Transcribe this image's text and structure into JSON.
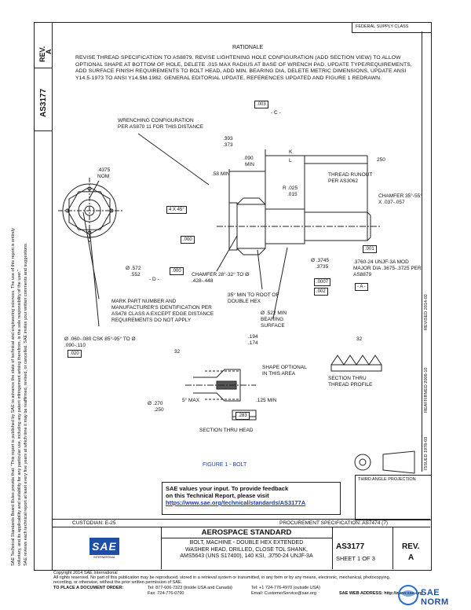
{
  "header": {
    "doc_number": "AS3177",
    "rev_label": "REV.",
    "rev_value": "A",
    "federal_class": "FEDERAL SUPPLY CLASS"
  },
  "rationale": {
    "heading": "RATIONALE",
    "text": "REVISE THREAD SPECIFICATION TO AS8879. REVISE LIGHTENING HOLE CONFIGURATION (ADD SECTION VIEW) TO ALLOW OPTIONAL SHAPE AT BOTTOM OF HOLE, DELETE .015 MAX RADIUS AT BASE OF WRENCH PAD. UPDATE TYPE/REQUIREMENTS, ADD SURFACE FINISH REQUIREMENTS TO BOLT HEAD, ADD MIN. BEARING DIA, DELETE METRIC DIMENSIONS, UPDATE ANSI Y14.5-1973 TO ANSI Y14.5M-1982. GENERAL EDITORIAL UPDATE, REFERENCES UPDATED AND FIGURE 1 REDRAWN."
  },
  "left_disclaimer": {
    "line1": "SAE Technical Standards Board Rules provide that: \"This report is published by SAE to advance the state of technical and engineering sciences. The use of this report is entirely",
    "line2": "voluntary, and its applicability and suitability for any particular use, including any patent infringement arising therefrom, is the sole responsibility of the user.\"",
    "line3": "SAE reviews each technical report at least every five years at which time it may be reaffirmed, revised, or cancelled. SAE invites your written comments and suggestions."
  },
  "right_strip": {
    "issued": "ISSUED 1978-03",
    "reaffirmed": "REAFFIRMED 2006-10",
    "revised": "REVISED 2014-02"
  },
  "drawing_labels": {
    "wrenching": "WRENCHING CONFIGURATION PER AS870 11 FOR THIS DISTANCE",
    "nom_val": ".4375",
    "nom": "NOM",
    "d393": ".393",
    "d373": ".373",
    "d003": ".003",
    "c_ref": "- C -",
    "d090": ".090",
    "min": "MIN",
    "k": "K",
    "l": "L",
    "d58min": ".58 MIN",
    "r025": "R .025",
    "r015": ".015",
    "thread_runout": "THREAD RUNOUT PER AS3062",
    "chamfer": "CHAMFER 35°-55° X .037-.057",
    "d250": "250",
    "d4x45": "4 X 45°",
    "d000b": ".000",
    "d572": "Ø .572",
    "d552": ".552",
    "d_ref": "- D -",
    "d000b2": ".000",
    "d001": ".001",
    "d3745": "Ø .3745",
    "d3735": ".3735",
    "thread": ".3760-24 UNJF-3A MOD MAJOR DIA .3675-.3725 PER AS8879",
    "a_ref": "- A -",
    "chamfer2": "CHAMFER 28°-32° TO Ø .428-.448",
    "d0007": ".0007",
    "d002": ".002",
    "d35min": "35° MIN TO ROOT OF DOUBLE HEX",
    "d522": "Ø .522 MIN BEARING SURFACE",
    "mark": "MARK PART NUMBER AND MANUFACTURER'S IDENTIFICATION PER AS478 CLASS A EXCEPT EDGE DISTANCE REQUIREMENTS DO NOT APPLY",
    "csk": "Ø .060-.080 CSK 85°-95° TO Ø .090-.110",
    "d020": ".020",
    "d194": ".194",
    "d174": ".174",
    "shape_opt": "SHAPE OPTIONAL IN THIS AREA",
    "d32a": "32",
    "d32b": "32",
    "section_thru": "SECTION THRU THREAD PROFILE",
    "d270": "Ø .270",
    "d250b": ".250",
    "d5max": "5° MAX",
    "d125": ".125 MIN",
    "d283": ".283",
    "section_head": "SECTION THRU HEAD",
    "figure": "FIGURE 1 - BOLT"
  },
  "feedback": {
    "line1": "SAE values your input. To provide feedback",
    "line2": "on this Technical Report, please visit",
    "link": "https://www.sae.org/technical/standards/AS3177A"
  },
  "projection": {
    "label": "THIRD ANGLE PROJECTION"
  },
  "title_block": {
    "custodian": "CUSTODIAN: E-25",
    "procurement": "PROCUREMENT SPECIFICATION: AS7474 (7)",
    "std_type": "AEROSPACE STANDARD",
    "desc1": "BOLT, MACHINE - DOUBLE HEX EXTENDED",
    "desc2": "WASHER HEAD, DRILLED, CLOSE TOL SHANK,",
    "desc3": "AMS5643 (UNS S17400), 140 KSI, .3750-24 UNJF-3A",
    "doc_number": "AS3177",
    "sheet": "SHEET 1 OF 3",
    "rev_label": "REV.",
    "rev_value": "A",
    "logo_text": "SAE",
    "logo_sub": "INTERNATIONAL"
  },
  "footer": {
    "copyright": "Copyright 2014 SAE International",
    "rights": "All rights reserved. No part of this publication may be reproduced, stored in a retrieval system or transmitted, in any form or by any means, electronic, mechanical, photocopying,",
    "rights2": "recording, or otherwise, without the prior written permission of SAE.",
    "order": "TO PLACE A DOCUMENT ORDER:",
    "tel1": "Tel: 877-606-7323 (inside USA and Canada)",
    "tel2": "Tel: +1 724-776-4970 (outside USA)",
    "fax": "Fax: 724-776-0790",
    "email": "Email: CustomerService@sae.org",
    "web": "SAE WEB ADDRESS: http://www.sae.org"
  },
  "watermark": {
    "text": "SAE NORM"
  }
}
